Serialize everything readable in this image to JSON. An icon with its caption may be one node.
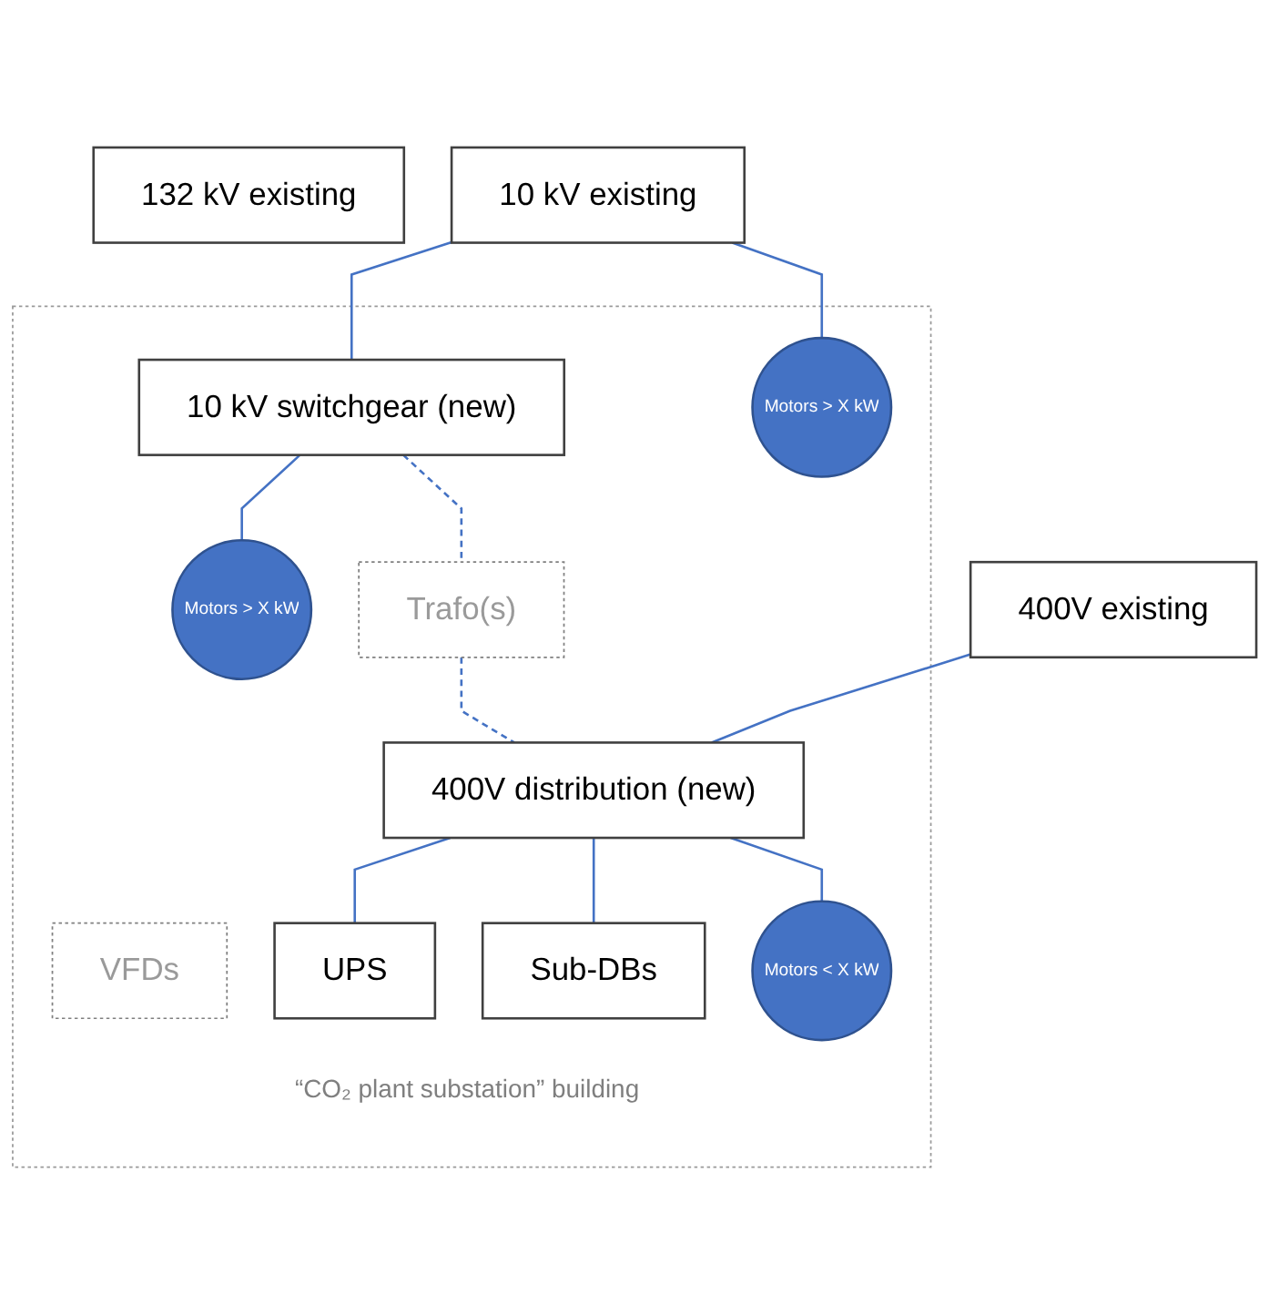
{
  "diagram": {
    "nodes": [
      {
        "text": [
          "132 kV existing"
        ]
      },
      {
        "text": [
          "10 kV existing"
        ]
      },
      {
        "text": [
          "400V existing"
        ]
      },
      {
        "text": [
          "“CO₂ plant substation” building"
        ]
      },
      {
        "text": [
          "10 kV switchgear (new)"
        ],
        "in": 3
      },
      {
        "text": [
          "Motors > X kW"
        ],
        "in": 3
      },
      {
        "text": [
          "Motors > X kW"
        ],
        "in": 3
      },
      {
        "text": [
          "VFDs"
        ],
        "in": 3
      },
      {
        "text": [
          "Trafo(s)"
        ],
        "in": 3
      },
      {
        "text": [
          "400V distribution (new)"
        ],
        "in": 3
      },
      {
        "text": [
          "UPS"
        ],
        "in": 3
      },
      {
        "text": [
          "Sub-DBs"
        ],
        "in": 3
      },
      {
        "text": [
          "Motors < X kW"
        ],
        "in": 3
      }
    ],
    "edges": [
      {
        "from": 1,
        "to": 5,
        "arrow": "none"
      },
      {
        "from": 1,
        "to": 4,
        "arrow": "none"
      },
      {
        "from": 4,
        "to": 6,
        "arrow": "none"
      },
      {
        "from": 4,
        "to": 8,
        "arrow": "none",
        "style": "dashed"
      },
      {
        "from": 8,
        "to": 9,
        "arrow": "none",
        "style": "dashed"
      },
      {
        "from": 2,
        "to": 9,
        "arrow": "none"
      },
      {
        "from": 9,
        "to": 10,
        "arrow": "none"
      },
      {
        "from": 9,
        "to": 11,
        "arrow": "none"
      },
      {
        "from": 9,
        "to": 12,
        "arrow": "none"
      }
    ]
  }
}
